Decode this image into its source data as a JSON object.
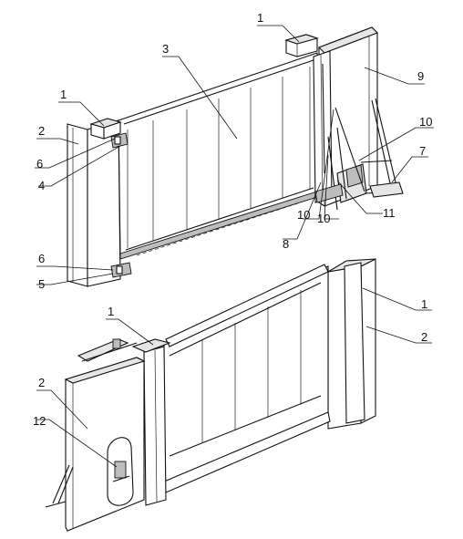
{
  "callouts": [
    {
      "id": "c1a",
      "text": "1"
    },
    {
      "id": "c1b",
      "text": "1"
    },
    {
      "id": "c1c",
      "text": "1"
    },
    {
      "id": "c1d",
      "text": "1"
    },
    {
      "id": "c2a",
      "text": "2"
    },
    {
      "id": "c2b",
      "text": "2"
    },
    {
      "id": "c2c",
      "text": "2"
    },
    {
      "id": "c3",
      "text": "3"
    },
    {
      "id": "c4",
      "text": "4"
    },
    {
      "id": "c5",
      "text": "5"
    },
    {
      "id": "c6a",
      "text": "6"
    },
    {
      "id": "c6b",
      "text": "6"
    },
    {
      "id": "c7",
      "text": "7"
    },
    {
      "id": "c8",
      "text": "8"
    },
    {
      "id": "c9",
      "text": "9"
    },
    {
      "id": "c10a",
      "text": "10"
    },
    {
      "id": "c10b",
      "text": "10"
    },
    {
      "id": "c10c",
      "text": "10"
    },
    {
      "id": "c11",
      "text": "11"
    },
    {
      "id": "c12",
      "text": "12"
    }
  ]
}
